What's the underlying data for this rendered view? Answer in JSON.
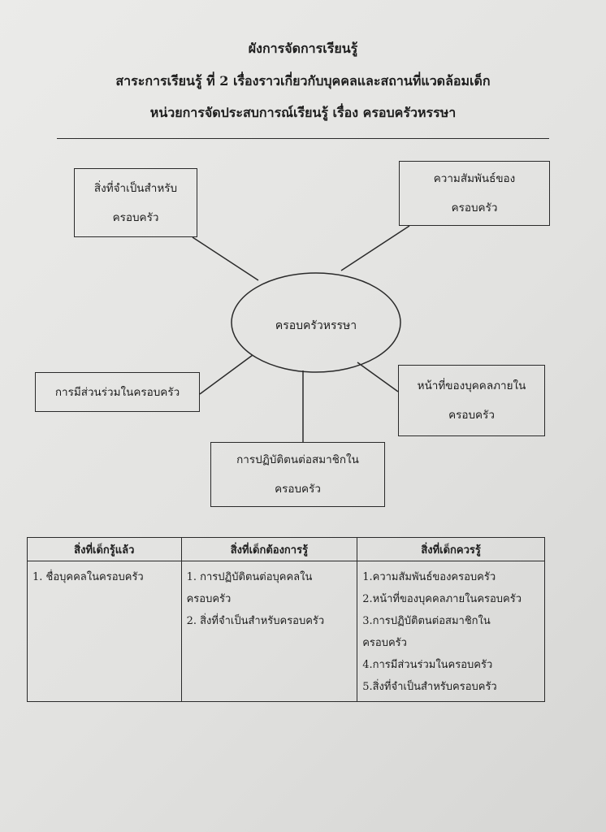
{
  "header": {
    "line1": "ผังการจัดการเรียนรู้",
    "line2": "สาระการเรียนรู้ ที่ 2   เรื่องราวเกี่ยวกับบุคคลและสถานที่แวดล้อมเด็ก",
    "line3": "หน่วยการจัดประสบการณ์เรียนรู้  เรื่อง ครอบครัวหรรษา"
  },
  "mindmap": {
    "center": "ครอบครัวหรรษา",
    "top_left": [
      "สิ่งที่จำเป็นสำหรับ",
      "ครอบครัว"
    ],
    "top_right": [
      "ความสัมพันธ์ของ",
      "ครอบครัว"
    ],
    "left": [
      "การมีส่วนร่วมในครอบครัว"
    ],
    "right": [
      "หน้าที่ของบุคคลภายใน",
      "ครอบครัว"
    ],
    "bottom": [
      "การปฏิบัติตนต่อสมาชิกใน",
      "ครอบครัว"
    ]
  },
  "table": {
    "headers": [
      "สิ่งที่เด็กรู้แล้ว",
      "สิ่งที่เด็กต้องการรู้",
      "สิ่งที่เด็กควรรู้"
    ],
    "col1": [
      "1.  ชื่อบุคคลในครอบครัว"
    ],
    "col2": [
      "1. การปฏิบัติตนต่อบุคคลใน",
      "ครอบครัว",
      "2. สิ่งที่จำเป็นสำหรับครอบครัว"
    ],
    "col3": [
      "1.ความสัมพันธ์ของครอบครัว",
      "2.หน้าที่ของบุคคลภายในครอบครัว",
      "3.การปฏิบัติตนต่อสมาชิกใน",
      "ครอบครัว",
      "4.การมีส่วนร่วมในครอบครัว",
      "5.สิ่งที่จำเป็นสำหรับครอบครัว"
    ]
  }
}
